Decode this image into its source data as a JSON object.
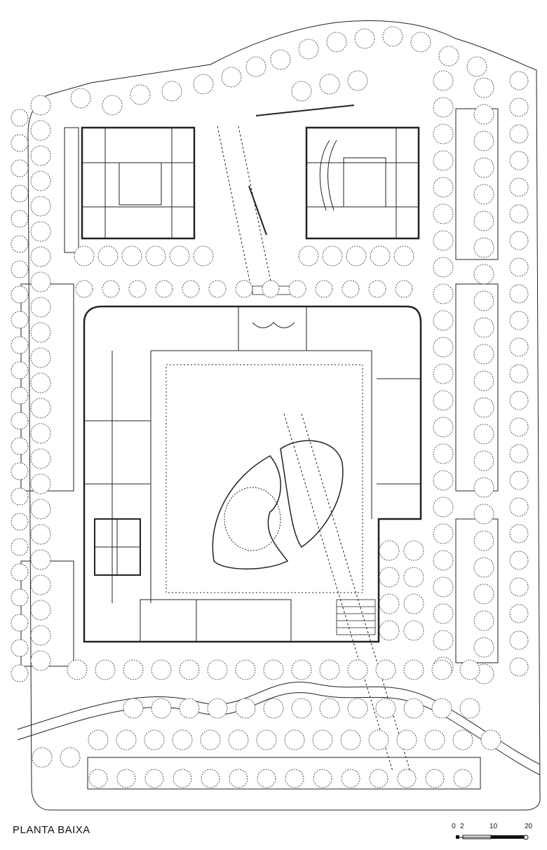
{
  "drawing": {
    "title": "PLANTA BAIXA"
  },
  "scale": {
    "labels": [
      "0",
      "2",
      "10",
      "20"
    ]
  },
  "colors": {
    "line": "#222222",
    "tree": "#333333",
    "background": "#ffffff"
  }
}
